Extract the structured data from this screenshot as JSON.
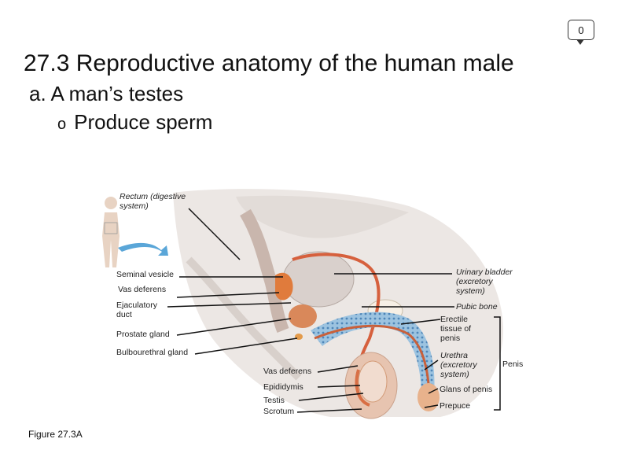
{
  "slide": {
    "number": "0",
    "title": "27.3 Reproductive anatomy of the human male",
    "subpoint": "a. A man’s testes",
    "bullet_marker": "o",
    "bullet": "Produce sperm"
  },
  "figure": {
    "caption": "Figure 27.3A",
    "labels": {
      "rectum": "Rectum (digestive system)",
      "seminal_vesicle": "Seminal vesicle",
      "vas_deferens_left": "Vas deferens",
      "ejaculatory_duct": "Ejaculatory duct",
      "prostate_gland": "Prostate gland",
      "bulbourethral_gland": "Bulbourethral gland",
      "vas_deferens_bottom": "Vas deferens",
      "epididymis": "Epididymis",
      "testis": "Testis",
      "scrotum": "Scrotum",
      "urinary_bladder": "Urinary bladder (excretory system)",
      "pubic_bone": "Pubic bone",
      "erectile_tissue": "Erectile tissue of penis",
      "urethra": "Urethra (excretory system)",
      "penis": "Penis",
      "glans_of_penis": "Glans of penis",
      "prepuce": "Prepuce"
    }
  }
}
